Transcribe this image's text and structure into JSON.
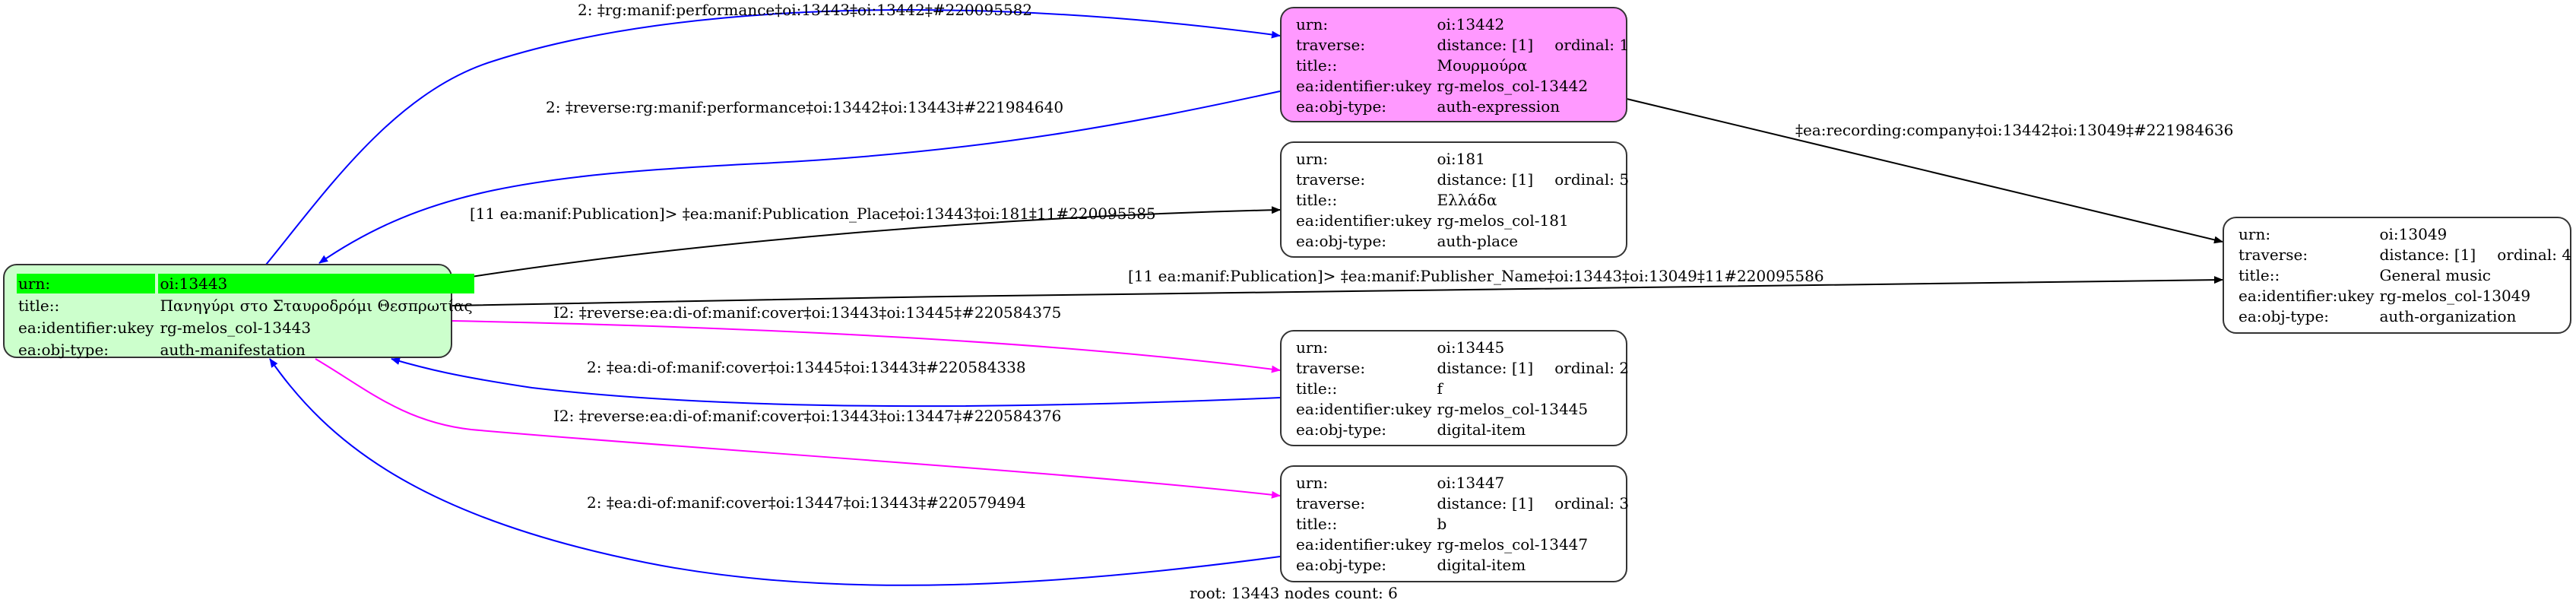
{
  "graph": {
    "footer": "root: 13443 nodes count: 6",
    "colors": {
      "root_fill": "#ccffcc",
      "root_highlight": "#00ff00",
      "expression_fill": "#ff99ff",
      "edge_blue": "#0000ff",
      "edge_magenta": "#ff00ff",
      "edge_black": "#000000"
    },
    "root": {
      "urn_label": "urn:",
      "urn": "oi:13443",
      "title_label": "title::",
      "title": "Πανηγύρι στο Σταυροδρόμι Θεσπρωτίας",
      "ukey_label": "ea:identifier:ukey",
      "ukey": "rg-melos_col-13443",
      "type_label": "ea:obj-type:",
      "type": "auth-manifestation"
    },
    "nodes": [
      {
        "urn_label": "urn:",
        "urn": "oi:13442",
        "traverse_label": "traverse:",
        "distance": "distance: [1]",
        "ordinal": "ordinal: 1",
        "title_label": "title::",
        "title": "Μουρμούρα",
        "ukey_label": "ea:identifier:ukey",
        "ukey": "rg-melos_col-13442",
        "type_label": "ea:obj-type:",
        "type": "auth-expression"
      },
      {
        "urn_label": "urn:",
        "urn": "oi:181",
        "traverse_label": "traverse:",
        "distance": "distance: [1]",
        "ordinal": "ordinal: 5",
        "title_label": "title::",
        "title": "Ελλάδα",
        "ukey_label": "ea:identifier:ukey",
        "ukey": "rg-melos_col-181",
        "type_label": "ea:obj-type:",
        "type": "auth-place"
      },
      {
        "urn_label": "urn:",
        "urn": "oi:13049",
        "traverse_label": "traverse:",
        "distance": "distance: [1]",
        "ordinal": "ordinal: 4",
        "title_label": "title::",
        "title": "General music",
        "ukey_label": "ea:identifier:ukey",
        "ukey": "rg-melos_col-13049",
        "type_label": "ea:obj-type:",
        "type": "auth-organization"
      },
      {
        "urn_label": "urn:",
        "urn": "oi:13445",
        "traverse_label": "traverse:",
        "distance": "distance: [1]",
        "ordinal": "ordinal: 2",
        "title_label": "title::",
        "title": "f",
        "ukey_label": "ea:identifier:ukey",
        "ukey": "rg-melos_col-13445",
        "type_label": "ea:obj-type:",
        "type": "digital-item"
      },
      {
        "urn_label": "urn:",
        "urn": "oi:13447",
        "traverse_label": "traverse:",
        "distance": "distance: [1]",
        "ordinal": "ordinal: 3",
        "title_label": "title::",
        "title": "b",
        "ukey_label": "ea:identifier:ukey",
        "ukey": "rg-melos_col-13447",
        "type_label": "ea:obj-type:",
        "type": "digital-item"
      }
    ],
    "edges": [
      {
        "label": "2: ‡rg:manif:performance‡oi:13443‡oi:13442‡#220095582",
        "from": "oi:13443",
        "to": "oi:13442",
        "color": "blue"
      },
      {
        "label": "2: ‡reverse:rg:manif:performance‡oi:13442‡oi:13443‡#221984640",
        "from": "oi:13442",
        "to": "oi:13443",
        "color": "blue"
      },
      {
        "label": "‡ea:recording:company‡oi:13442‡oi:13049‡#221984636",
        "from": "oi:13442",
        "to": "oi:13049",
        "color": "black"
      },
      {
        "label": "[11 ea:manif:Publication]> ‡ea:manif:Publication_Place‡oi:13443‡oi:181‡11#220095585",
        "from": "oi:13443",
        "to": "oi:181",
        "color": "black"
      },
      {
        "label": "[11 ea:manif:Publication]> ‡ea:manif:Publisher_Name‡oi:13443‡oi:13049‡11#220095586",
        "from": "oi:13443",
        "to": "oi:13049",
        "color": "black"
      },
      {
        "label": "I2: ‡reverse:ea:di-of:manif:cover‡oi:13443‡oi:13445‡#220584375",
        "from": "oi:13443",
        "to": "oi:13445",
        "color": "magenta"
      },
      {
        "label": "2: ‡ea:di-of:manif:cover‡oi:13445‡oi:13443‡#220584338",
        "from": "oi:13445",
        "to": "oi:13443",
        "color": "blue"
      },
      {
        "label": "I2: ‡reverse:ea:di-of:manif:cover‡oi:13443‡oi:13447‡#220584376",
        "from": "oi:13443",
        "to": "oi:13447",
        "color": "magenta"
      },
      {
        "label": "2: ‡ea:di-of:manif:cover‡oi:13447‡oi:13443‡#220579494",
        "from": "oi:13447",
        "to": "oi:13443",
        "color": "blue"
      }
    ]
  }
}
